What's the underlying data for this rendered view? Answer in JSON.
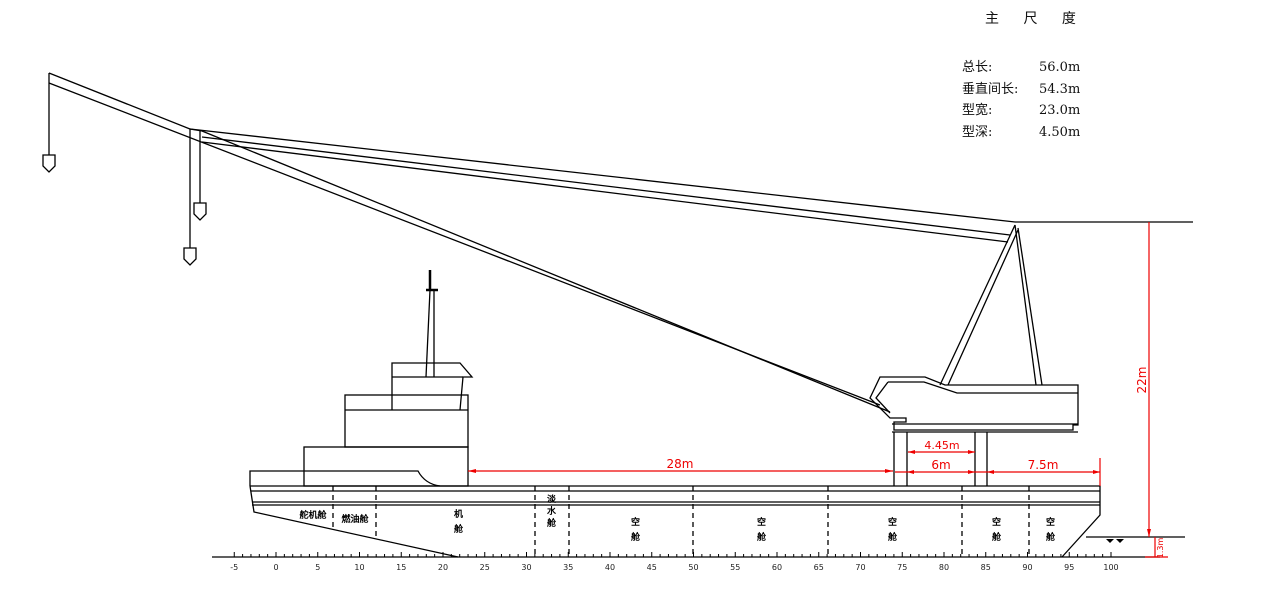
{
  "specs": {
    "title": "主 尺 度",
    "rows": [
      {
        "label": "总长:",
        "value": "56.0m"
      },
      {
        "label": "垂直间长:",
        "value": "54.3m"
      },
      {
        "label": "型宽:",
        "value": "23.0m"
      },
      {
        "label": "型深:",
        "value": "4.50m"
      }
    ]
  },
  "dimensions": {
    "d28": "28m",
    "d445": "4.45m",
    "d6": "6m",
    "d75": "7.5m",
    "d22": "22m",
    "d13": "1.3m"
  },
  "tanks": [
    "舵机舱",
    "燃油舱",
    "机舱",
    "淡水舱",
    "空舱",
    "空舱",
    "空舱",
    "空舱",
    "空舱"
  ],
  "scale": {
    "min": -5,
    "max": 100,
    "step": 5,
    "labels": [
      "-5",
      "0",
      "5",
      "10",
      "15",
      "20",
      "25",
      "30",
      "35",
      "40",
      "45",
      "50",
      "55",
      "60",
      "65",
      "70",
      "75",
      "80",
      "85",
      "90",
      "95",
      "100"
    ]
  },
  "colors": {
    "line": "#000000",
    "dimension": "#e00000"
  }
}
